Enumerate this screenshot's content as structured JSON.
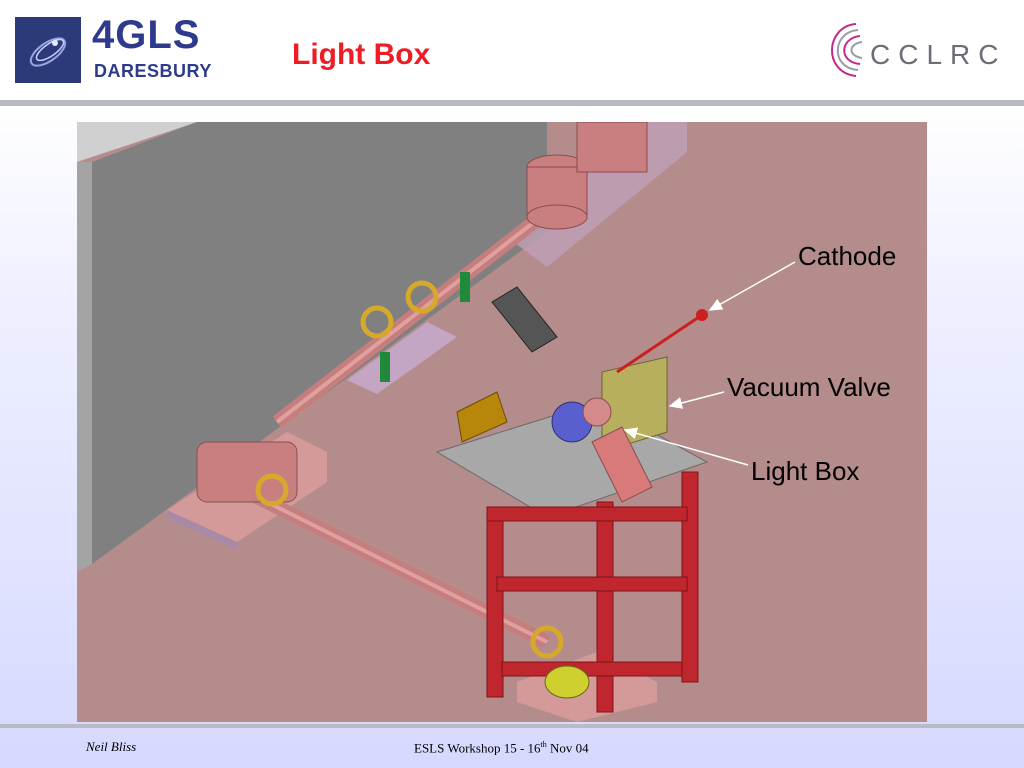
{
  "header": {
    "title": "Light Box",
    "logo_left": {
      "line1": "4GLS",
      "line2": "DARESBURY"
    },
    "logo_right": {
      "text": "CCLRC"
    }
  },
  "figure": {
    "callouts": [
      {
        "label": "Cathode"
      },
      {
        "label": "Vacuum Valve"
      },
      {
        "label": "Light Box"
      }
    ]
  },
  "footer": {
    "author": "Neil Bliss",
    "event_prefix": "ESLS Workshop  15 - 16",
    "event_sup": "th",
    "event_suffix": "  Nov 04"
  }
}
